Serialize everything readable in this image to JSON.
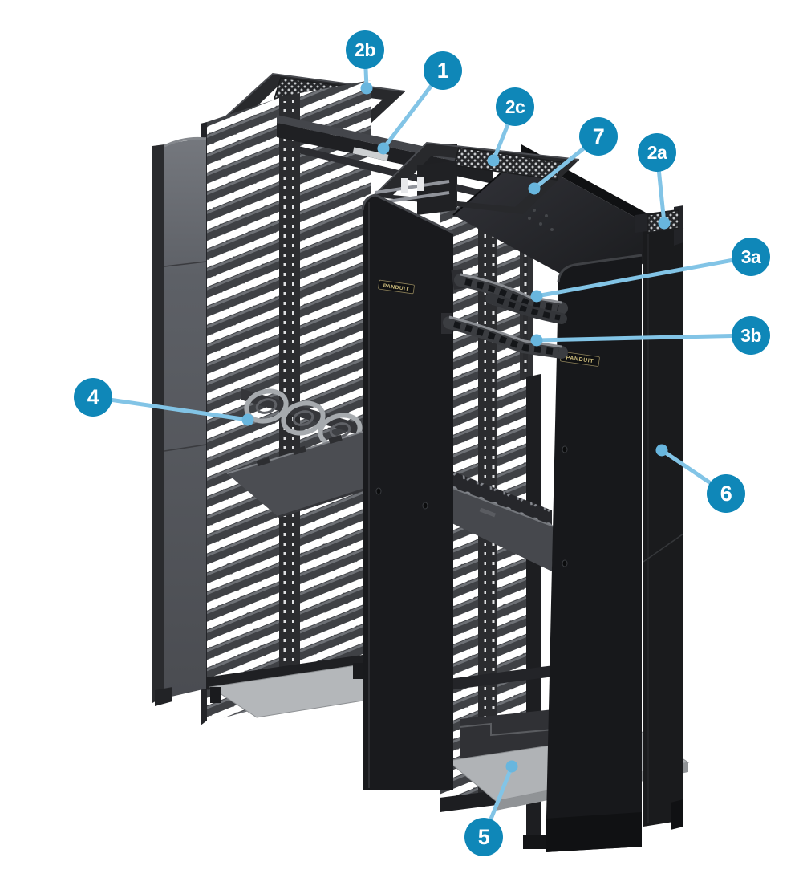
{
  "figure": {
    "brand_label": "PANDUIT",
    "colors": {
      "badge_fill": "#0f87b8",
      "badge_text": "#ffffff",
      "leader_line": "#82c4e6",
      "leader_dot": "#68b6de",
      "rack_dark": "#1b1c1f",
      "metal_gray": "#a6aaae",
      "logo_gold": "#c9b97a",
      "background": "#ffffff"
    },
    "callouts": [
      {
        "id": "2b",
        "label": "2b"
      },
      {
        "id": "1",
        "label": "1"
      },
      {
        "id": "2c",
        "label": "2c"
      },
      {
        "id": "7",
        "label": "7"
      },
      {
        "id": "2a",
        "label": "2a"
      },
      {
        "id": "3a",
        "label": "3a"
      },
      {
        "id": "3b",
        "label": "3b"
      },
      {
        "id": "4",
        "label": "4"
      },
      {
        "id": "5",
        "label": "5"
      },
      {
        "id": "6",
        "label": "6"
      }
    ]
  }
}
